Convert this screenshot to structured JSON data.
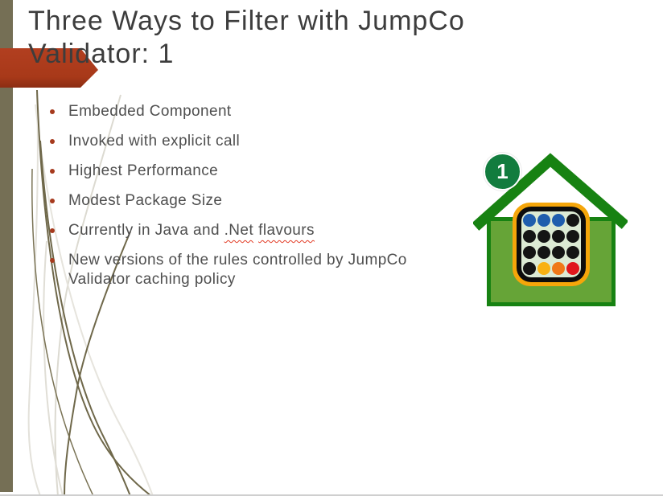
{
  "slide": {
    "title": {
      "line1": "Three Ways to Filter with JumpCo",
      "line2": "Validator: 1"
    },
    "bullets": [
      {
        "text": "Embedded Component"
      },
      {
        "text": "Invoked with explicit call"
      },
      {
        "text": "Highest Performance"
      },
      {
        "text": "Modest Package Size"
      },
      {
        "prefix": "Currently in Java and ",
        "underlined_words": [
          ".Net",
          "flavours"
        ]
      },
      {
        "text": "New versions of the rules controlled by JumpCo Validator caching policy"
      }
    ]
  },
  "house_graphic": {
    "badge_number": "1",
    "dots": [
      [
        "#1f5dad",
        "#1f5dad",
        "#1f5dad",
        "#141414"
      ],
      [
        "#141414",
        "#141414",
        "#141414",
        "#141414"
      ],
      [
        "#141414",
        "#141414",
        "#141414",
        "#141414"
      ],
      [
        "#141414",
        "#f9b112",
        "#f07818",
        "#e0161d"
      ]
    ],
    "colors": {
      "house_body": "#66a437",
      "house_outline": "#178212",
      "icon_ring": "#f5a60a",
      "icon_panel": "#dcead4",
      "badge_green": "#127c3e"
    }
  },
  "theme": {
    "accent_red": "#a93918",
    "sidebar_olive": "#756f55",
    "title_color": "#3d3d3d",
    "body_text_color": "#4f4f4f",
    "bullet_dot_color": "#a63a1d",
    "spellcheck_squiggle": "#e23b25"
  }
}
